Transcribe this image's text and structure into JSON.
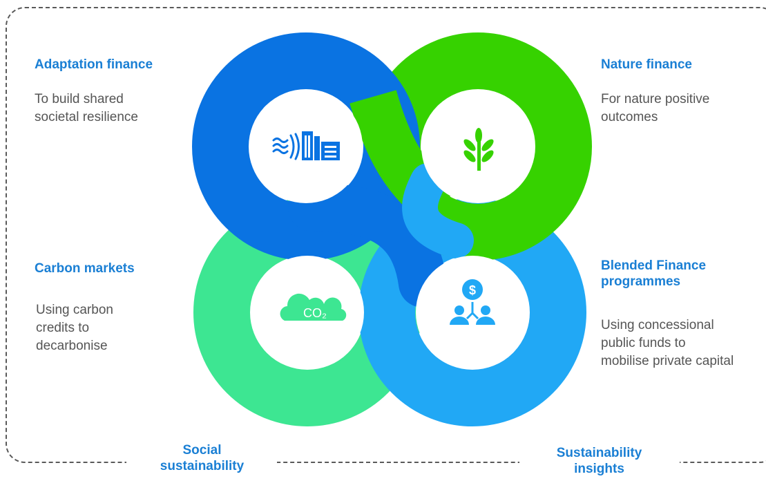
{
  "colors": {
    "adaptation": "#0a73e2",
    "nature": "#36d200",
    "carbon": "#3de692",
    "blended": "#21a8f5",
    "heading": "#1a7fd4",
    "body_text": "#555555",
    "frame": "#595959"
  },
  "quadrants": [
    {
      "title": "Adaptation finance",
      "description": "To build shared\nsocietal resilience",
      "icon": "flood-building-icon"
    },
    {
      "title": "Nature finance",
      "description": "For nature positive\noutcomes",
      "icon": "plant-sprout-icon"
    },
    {
      "title": "Carbon markets",
      "description": "Using carbon\ncredits to\ndecarbonise",
      "icon": "co2-cloud-icon",
      "icon_text": "CO₂"
    },
    {
      "title": "Blended Finance\nprogrammes",
      "description": "Using concessional\npublic funds to\nmobilise private capital",
      "icon": "people-funding-icon",
      "icon_text": "$"
    }
  ],
  "footer_labels": [
    {
      "text": "Social\nsustainability"
    },
    {
      "text": "Sustainability\ninsights"
    }
  ]
}
